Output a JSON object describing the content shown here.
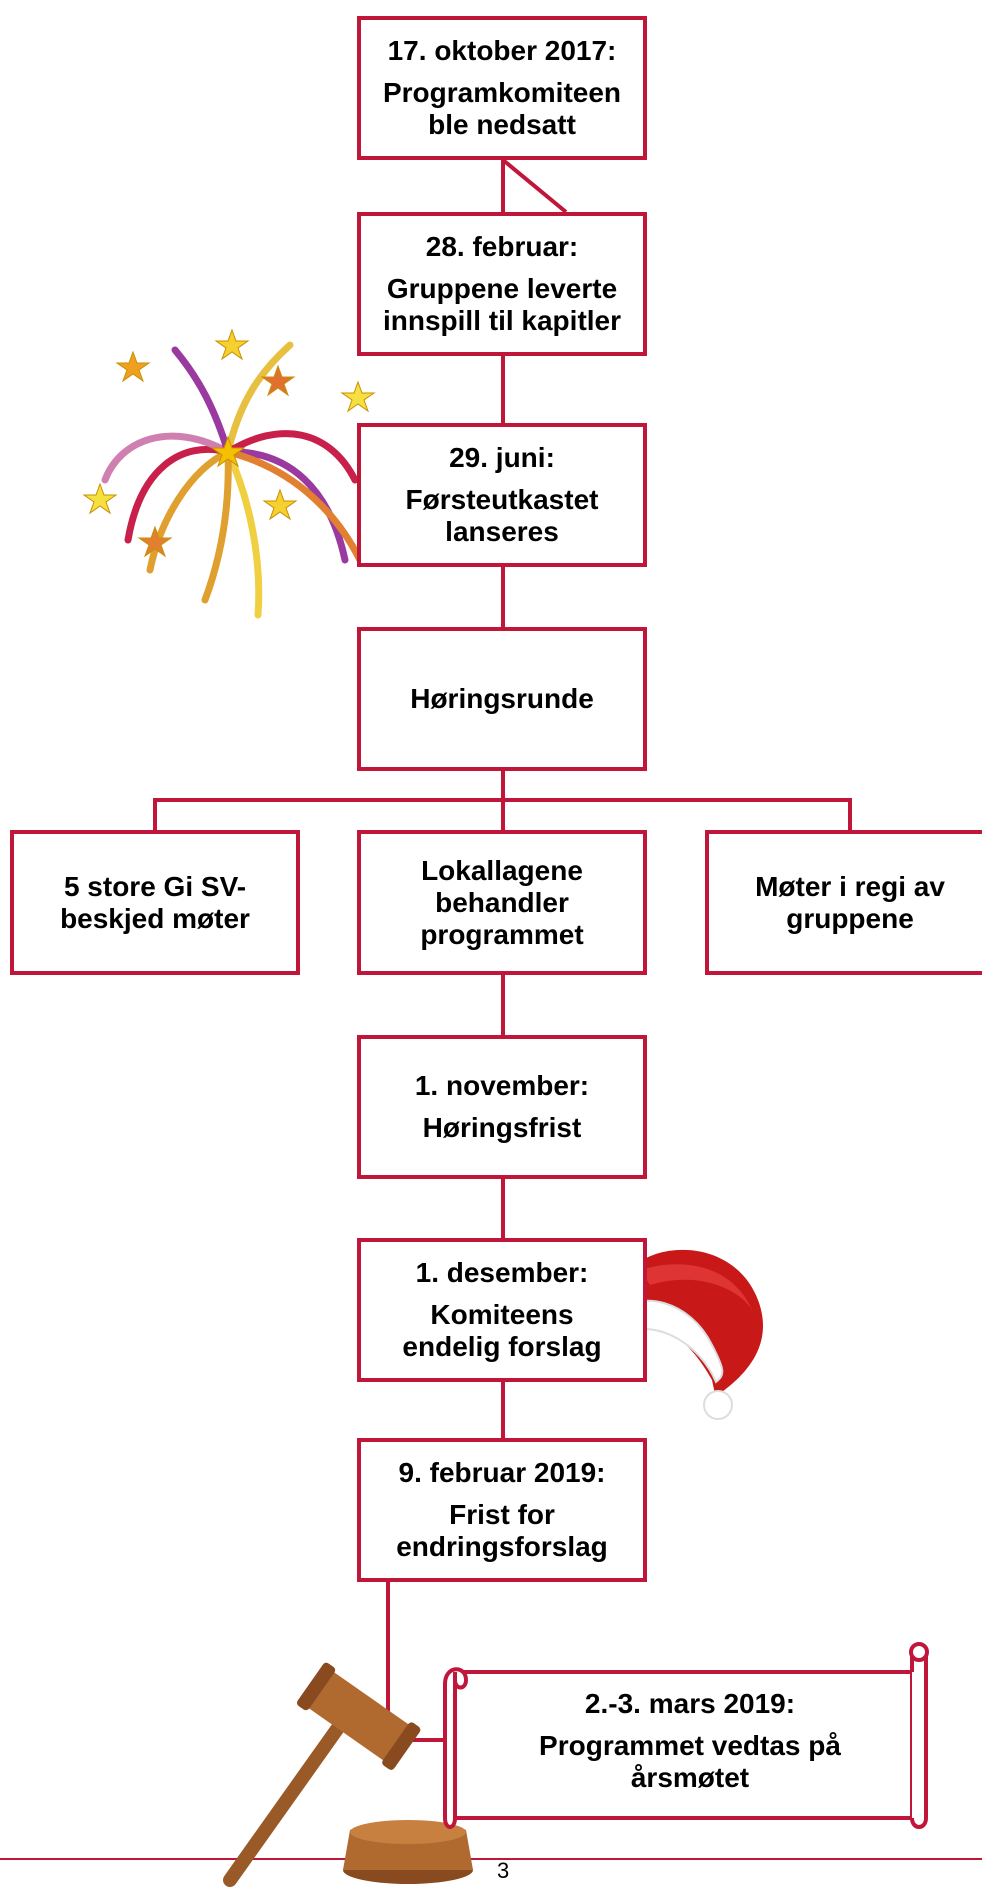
{
  "flow": {
    "step1": {
      "date": "17. oktober 2017:",
      "text": "Programkomiteen ble nedsatt"
    },
    "step2": {
      "date": "28. februar:",
      "text": "Gruppene leverte innspill til kapitler"
    },
    "step3": {
      "date": "29. juni:",
      "text": "Førsteutkastet lanseres"
    },
    "step4": {
      "text": "Høringsrunde"
    },
    "branch_left": {
      "text": "5 store Gi SV-beskjed møter"
    },
    "branch_center": {
      "text": "Lokallagene behandler programmet"
    },
    "branch_right": {
      "text": "Møter i regi av gruppene"
    },
    "step5": {
      "date": "1. november:",
      "text": "Høringsfrist"
    },
    "step6": {
      "date": "1. desember:",
      "text": "Komiteens endelig forslag"
    },
    "step7": {
      "date": "9. februar 2019:",
      "text": "Frist for endringsforslag"
    },
    "final": {
      "date": "2.-3. mars 2019:",
      "text": "Programmet vedtas på årsmøtet"
    }
  },
  "page_number": "3",
  "colors": {
    "accent": "#c0163a"
  },
  "decorations": [
    "fireworks-illustration",
    "santa-hat-illustration",
    "gavel-illustration"
  ]
}
